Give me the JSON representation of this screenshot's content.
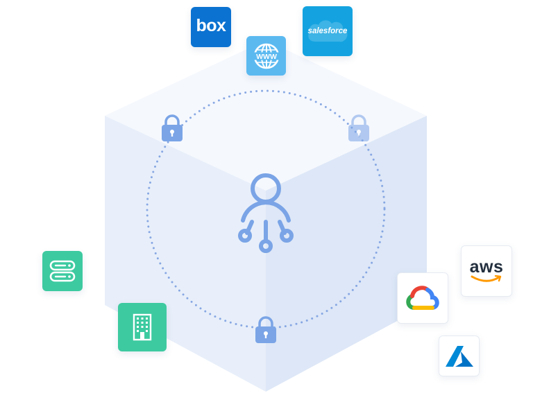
{
  "logos": {
    "box": {
      "text": "box",
      "icon": "box-logo",
      "color": "#0b72d1"
    },
    "salesforce": {
      "text": "salesforce",
      "icon": "salesforce-logo",
      "color": "#14a3e0"
    },
    "aws": {
      "text": "aws",
      "icon": "aws-logo",
      "text_color": "#232f3e",
      "smile_color": "#ff9900"
    },
    "www": {
      "text": "WWW",
      "icon": "globe-icon",
      "color": "#5bb9f0"
    },
    "google_cloud": {
      "icon": "google-cloud-logo",
      "colors": [
        "#4285f4",
        "#ea4335",
        "#fbbc05",
        "#34a853"
      ]
    },
    "azure": {
      "icon": "azure-logo",
      "color": "#0089d6"
    },
    "servers": {
      "icon": "server-rack-icon",
      "color": "#3dcaa0"
    },
    "building": {
      "icon": "office-building-icon",
      "color": "#3dcaa0"
    }
  },
  "center": {
    "icon": "user-network-icon",
    "color": "#7aa4e6"
  },
  "locks": {
    "icon": "lock-icon",
    "color": "#7aa4e6"
  },
  "cube_colors": {
    "top": "#f5f8fd",
    "left": "#e8effa",
    "right": "#dde7f7"
  }
}
